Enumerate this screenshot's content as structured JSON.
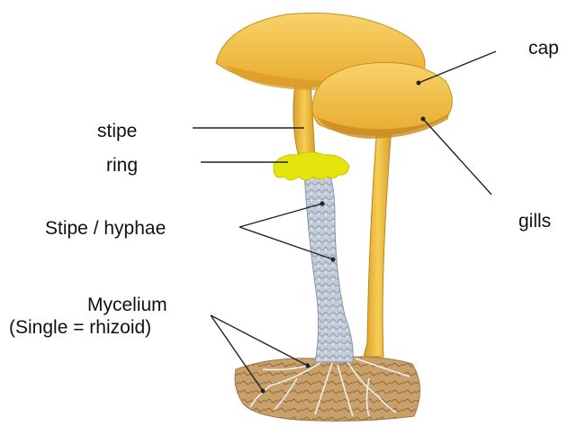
{
  "diagram": {
    "labels": {
      "cap": "cap",
      "stipe": "stipe",
      "ring": "ring",
      "stipe_hyphae": "Stipe / hyphae",
      "gills": "gills",
      "mycelium": "Mycelium",
      "mycelium_note": "(Single = rhizoid)"
    },
    "colors": {
      "cap": "#f1b93b",
      "cap_underside": "#d99b28",
      "stipe": "#efbf45",
      "ring": "#e6e600",
      "hyphae": "#b8c3d0",
      "soil": "#c49a64",
      "label_line": "#222222"
    }
  }
}
